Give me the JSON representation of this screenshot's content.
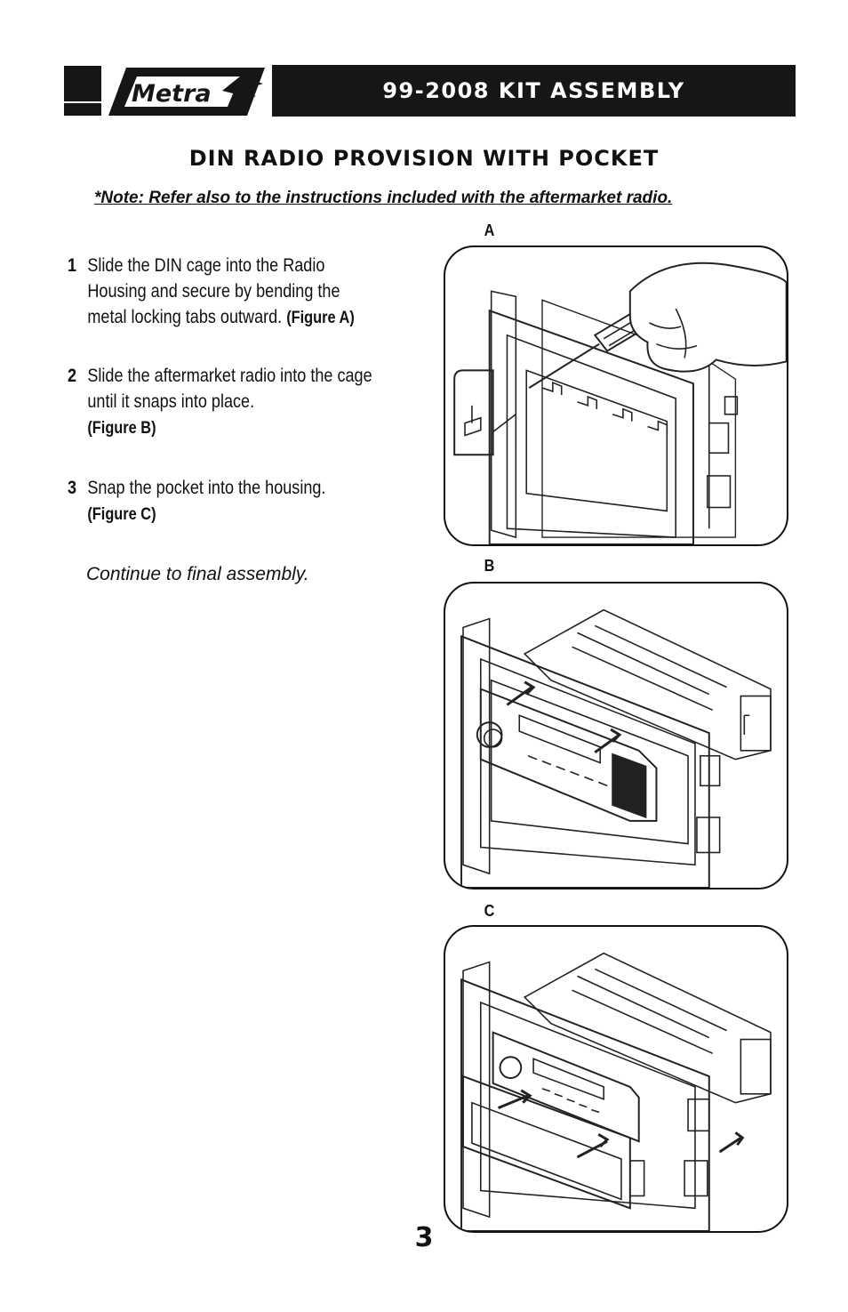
{
  "header": {
    "logo_text": "Metra",
    "title": "99-2008 KIT ASSEMBLY"
  },
  "section": {
    "title": "DIN RADIO PROVISION WITH POCKET",
    "note": "*Note:  Refer also to the instructions included with the aftermarket radio."
  },
  "steps": [
    {
      "number": "1",
      "text": "Slide the DIN cage into the Radio Housing and secure by bending the metal locking tabs outward. ",
      "figure_ref": "(Figure A)"
    },
    {
      "number": "2",
      "text": "Slide the aftermarket radio into the cage until it snaps into place.",
      "figure_ref": "(Figure B)"
    },
    {
      "number": "3",
      "text": "Snap the pocket into the housing.",
      "figure_ref": "(Figure C)"
    }
  ],
  "continue_text": "Continue to final assembly.",
  "figures": [
    {
      "label": "A"
    },
    {
      "label": "B"
    },
    {
      "label": "C"
    }
  ],
  "page_number": "3"
}
